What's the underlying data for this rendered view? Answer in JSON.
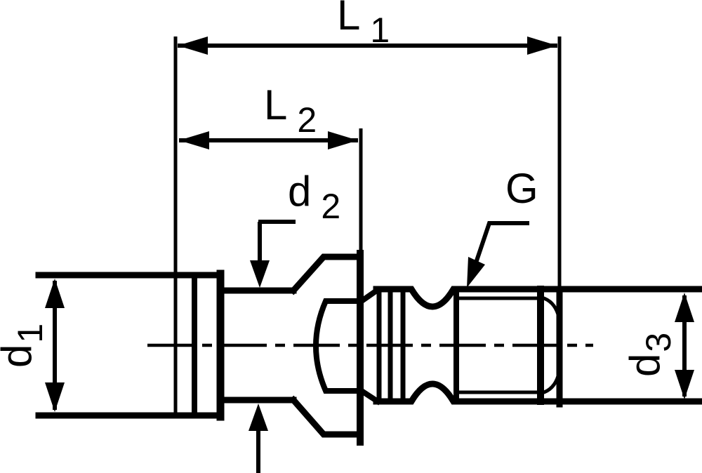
{
  "drawing": {
    "background_color": "#ffffff",
    "line_color": "#000000",
    "labels": {
      "L1": {
        "main": "L",
        "sub": "1"
      },
      "L2": {
        "main": "L",
        "sub": "2"
      },
      "d2": {
        "main": "d",
        "sub": "2"
      },
      "G": {
        "main": "G"
      },
      "d1": {
        "main": "d",
        "sub": "1"
      },
      "d3": {
        "main": "d",
        "sub": "3"
      }
    }
  }
}
